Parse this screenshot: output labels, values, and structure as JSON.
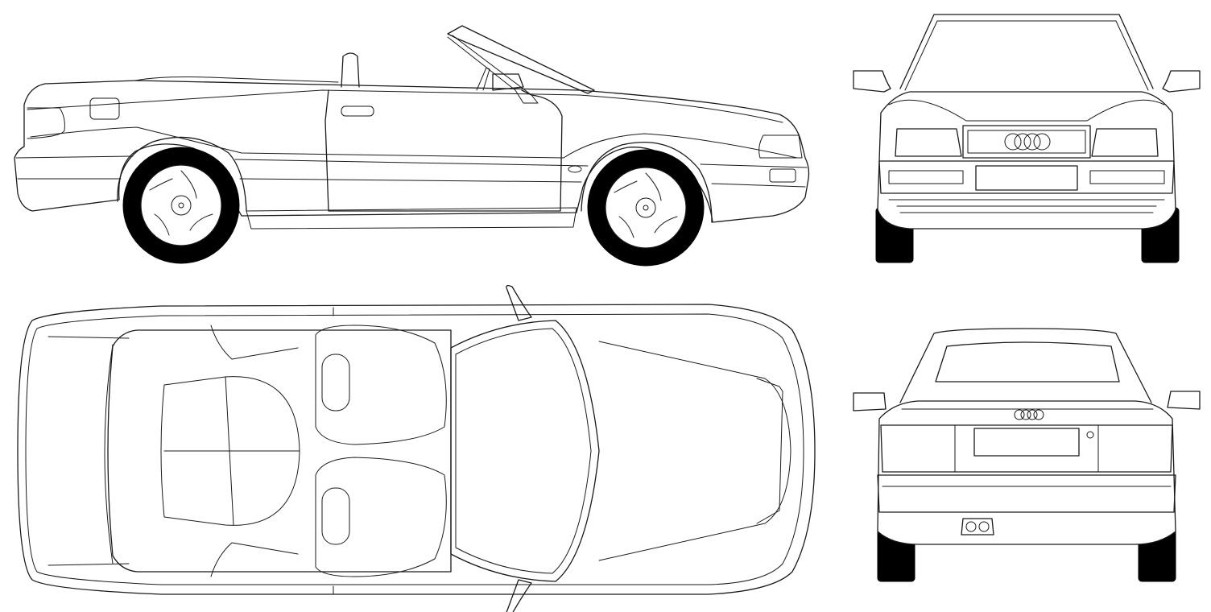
{
  "drawing": {
    "subject": "convertible-car-blueprint",
    "views": [
      "side",
      "front",
      "top",
      "rear"
    ],
    "line_color": "#1a1a1a",
    "tire_color": "#000000",
    "background": "#ffffff"
  }
}
